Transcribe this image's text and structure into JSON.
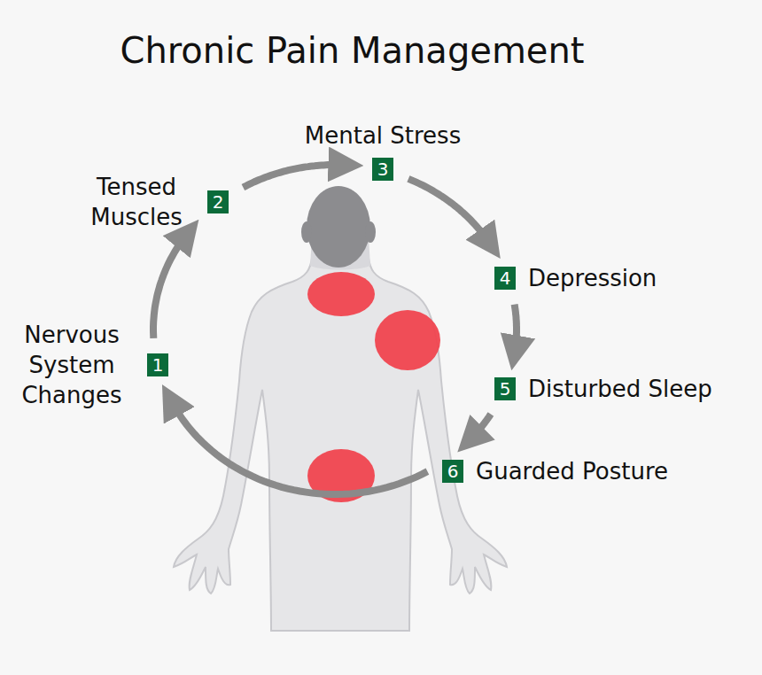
{
  "diagram": {
    "title": "Chronic Pain Management",
    "nodes": [
      {
        "text": [
          "1",
          "Nervous System Changes"
        ]
      },
      {
        "text": [
          "2",
          "Tensed Muscles"
        ]
      },
      {
        "text": [
          "3",
          "Mental Stress"
        ]
      },
      {
        "text": [
          "4",
          "Depression"
        ]
      },
      {
        "text": [
          "5",
          "Disturbed Sleep"
        ]
      },
      {
        "text": [
          "6",
          "Guarded Posture"
        ]
      }
    ],
    "edges": [
      {
        "from": 0,
        "to": 1,
        "arrow": "to"
      },
      {
        "from": 1,
        "to": 2,
        "arrow": "to"
      },
      {
        "from": 2,
        "to": 3,
        "arrow": "to"
      },
      {
        "from": 3,
        "to": 4,
        "arrow": "to"
      },
      {
        "from": 4,
        "to": 5,
        "arrow": "to"
      },
      {
        "from": 5,
        "to": 0,
        "arrow": "to"
      }
    ]
  }
}
